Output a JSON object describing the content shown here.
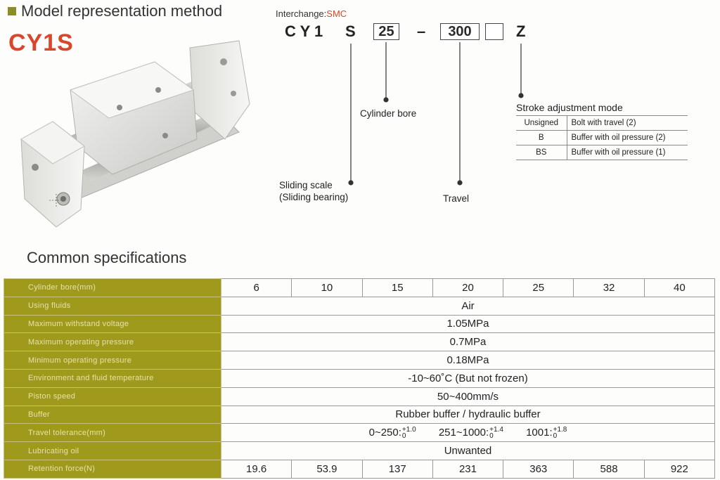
{
  "header": {
    "title": "Model representation method",
    "product": "CY1S",
    "interchange_prefix": "Interchange:",
    "interchange_brand": "SMC"
  },
  "model_code": {
    "part_cy1": "C Y 1",
    "part_s": "S",
    "bore_value": "25",
    "dash": "–",
    "travel_value": "300",
    "blank_box": "",
    "part_z": "Z"
  },
  "labels": {
    "cylinder_bore": "Cylinder  bore",
    "sliding_line1": "Sliding scale",
    "sliding_line2": "(Sliding bearing)",
    "travel": "Travel"
  },
  "stroke_adjust": {
    "title": "Stroke adjustment mode",
    "rows": [
      {
        "code": "Unsigned",
        "desc": "Bolt with travel (2)"
      },
      {
        "code": "B",
        "desc": "Buffer with oil pressure (2)"
      },
      {
        "code": "BS",
        "desc": "Buffer with oil pressure (1)"
      }
    ]
  },
  "specs": {
    "title": "Common specifications",
    "rows": [
      {
        "label": "Cylinder bore(mm)",
        "values": [
          "6",
          "10",
          "15",
          "20",
          "25",
          "32",
          "40"
        ]
      },
      {
        "label": "Using fluids",
        "value": "Air"
      },
      {
        "label": "Maximum withstand voltage",
        "value": "1.05MPa"
      },
      {
        "label": "Maximum operating pressure",
        "value": "0.7MPa"
      },
      {
        "label": "Minimum operating pressure",
        "value": "0.18MPa"
      },
      {
        "label": "Environment and fluid temperature",
        "value": "-10~60˚C (But not frozen)"
      },
      {
        "label": "Piston speed",
        "value": "50~400mm/s"
      },
      {
        "label": "Buffer",
        "value": "Rubber buffer / hydraulic buffer"
      },
      {
        "label": "Travel tolerance(mm)",
        "tolerances": [
          {
            "range": "0~250:",
            "upper": "+1.0",
            "lower": "0"
          },
          {
            "range": "251~1000:",
            "upper": "+1.4",
            "lower": "0"
          },
          {
            "range": "1001:",
            "upper": "+1.8",
            "lower": "0"
          }
        ]
      },
      {
        "label": "Lubricating oil",
        "value": "Unwanted"
      },
      {
        "label": "Retention force(N)",
        "values": [
          "19.6",
          "53.9",
          "137",
          "231",
          "363",
          "588",
          "922"
        ]
      }
    ]
  }
}
